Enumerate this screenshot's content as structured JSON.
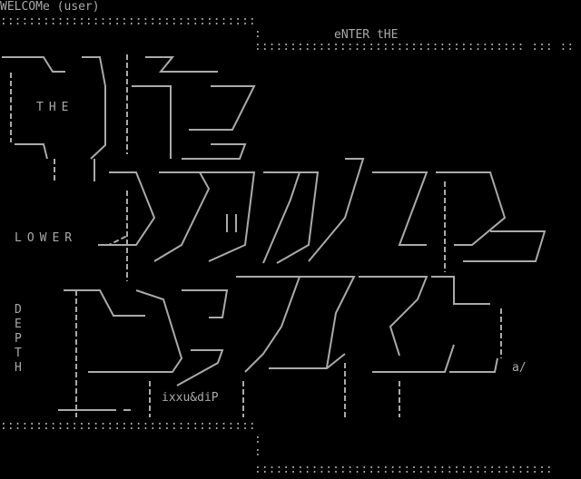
{
  "header": {
    "welcome": "WELCOMe (user)",
    "enter": "eNTER tHE"
  },
  "art": {
    "word_the": "THE",
    "word_lower": "LOWER",
    "word_depth": "DEPTH",
    "artist_tag": "ixxu&diP",
    "signature": "a/"
  },
  "frame": {
    "top_left_dots": "::::::::::::::::::::::::::::::::::::",
    "top_right_dots": ":::::::::::::::::::::::::::::::::::::: ::: ::  :",
    "bottom_left_dots": "::::::::::::::::::::::::::::::::::::",
    "bottom_right_dots": "::::::::::::::::::::::::::::::::::::::::::"
  }
}
